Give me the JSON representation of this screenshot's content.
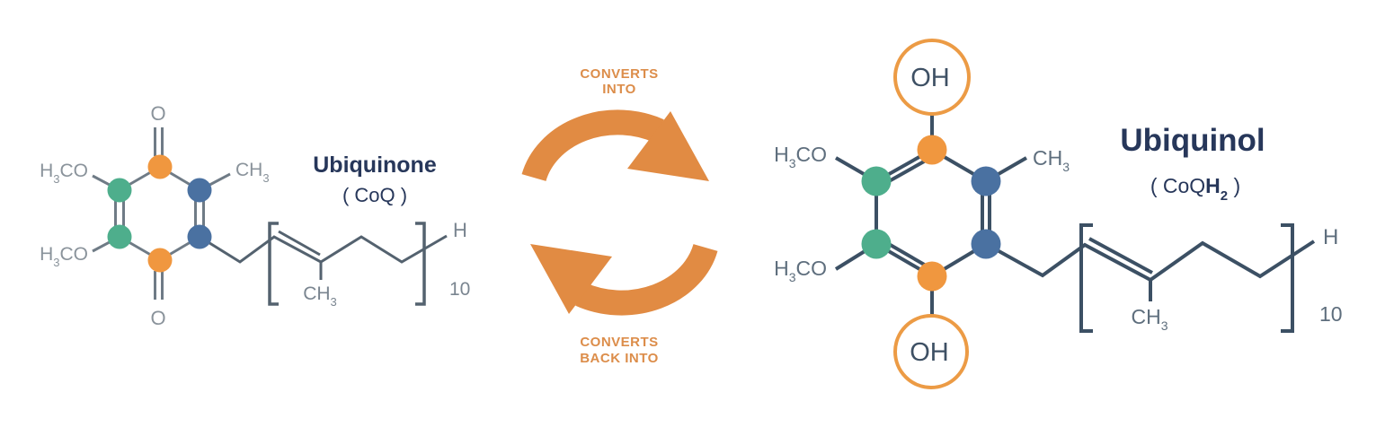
{
  "palette": {
    "orange_dot": "#F0973F",
    "orange_arrow": "#E18B43",
    "orange_text": "#DC8D4A",
    "orange_circle": "#EC9B45",
    "green_dot": "#4EAE8C",
    "blue_dot": "#4A71A1",
    "gray_bond": "#6F7B86",
    "gray_label": "#8A939B",
    "gray_chain": "#54626F",
    "navy_bond": "#3C5064",
    "slate_label": "#5E6E7D",
    "title_navy": "#27375A"
  },
  "left_molecule": {
    "title": "Ubiquinone",
    "subtitle": "( CoQ )",
    "oxygen_top": "O",
    "oxygen_bottom": "O",
    "methoxy": {
      "h": "H",
      "sub": "3",
      "co": "CO"
    },
    "methyl": {
      "c": "CH",
      "sub": "3"
    },
    "chain": {
      "methyl": "CH",
      "methyl_sub": "3",
      "hydrogen": "H",
      "repeat": "10"
    }
  },
  "center": {
    "top_label": [
      "CONVERTS",
      "INTO"
    ],
    "bottom_label": [
      "CONVERTS",
      "BACK INTO"
    ]
  },
  "right_molecule": {
    "title": "Ubiquinol",
    "subtitle": {
      "pre": "( CoQ",
      "bold_h": "H",
      "sub": "2",
      "post": " )"
    },
    "hydroxyl_top": "OH",
    "hydroxyl_bottom": "OH",
    "methoxy": {
      "h": "H",
      "sub": "3",
      "co": "CO"
    },
    "methyl": {
      "c": "CH",
      "sub": "3"
    },
    "chain": {
      "methyl": "CH",
      "methyl_sub": "3",
      "hydrogen": "H",
      "repeat": "10"
    }
  }
}
